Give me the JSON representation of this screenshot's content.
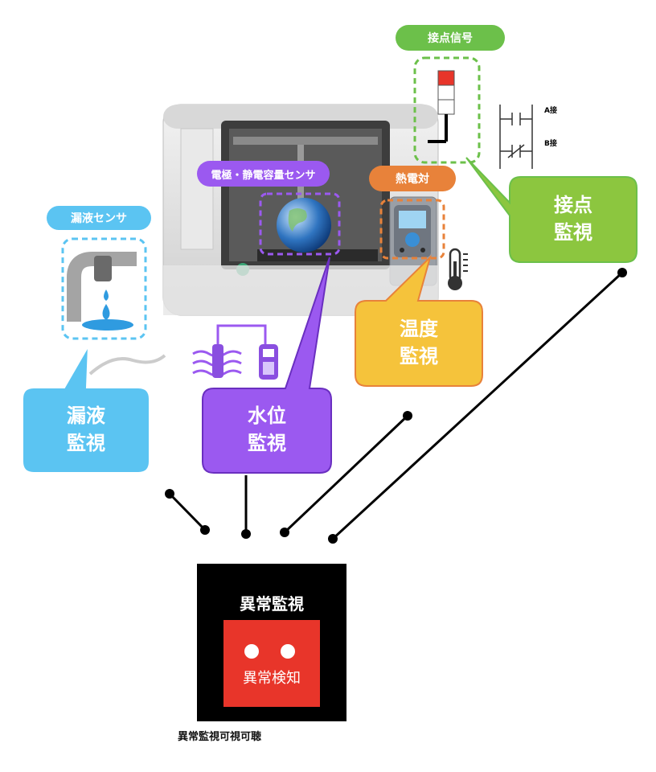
{
  "sensor_tags": {
    "leak_sensor": "漏液センサ",
    "electrode_sensor": "電極・静電容量センサ",
    "thermocouple": "熱電対",
    "contact_signal": "接点信号"
  },
  "bubbles": {
    "leak": "漏液\n監視",
    "water_level": "水位\n監視",
    "temperature": "温度\n監視",
    "contact": "接点\n監視"
  },
  "contacts": {
    "a_contact": "A接",
    "b_contact": "B接"
  },
  "panel": {
    "title": "異常監視",
    "status": "異常検知"
  },
  "caption": "異常監視可視可聴",
  "colors": {
    "leak": "#5bc4f2",
    "water_level": "#9b59f0",
    "temperature": "#f5c33b",
    "temperature_tag": "#e8823a",
    "contact": "#8cc63f",
    "contact_tag": "#6cc04a",
    "alarm_red": "#e8352a"
  },
  "icons": [
    "pipe-drip-icon",
    "globe-icon",
    "controller-icon",
    "thermometer-icon",
    "signal-tower-icon",
    "relay-contact-icon",
    "water-level-probe-icon",
    "handheld-meter-icon",
    "3d-printer-icon"
  ]
}
